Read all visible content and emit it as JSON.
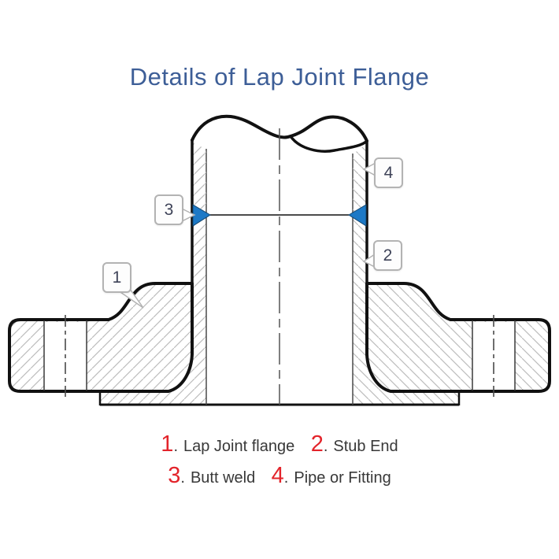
{
  "title": "Details of Lap Joint Flange",
  "drawing": {
    "callouts": [
      {
        "label": "1"
      },
      {
        "label": "2"
      },
      {
        "label": "3"
      },
      {
        "label": "4"
      }
    ]
  },
  "legend": {
    "dot": ".",
    "items": [
      {
        "num": "1",
        "label": "Lap Joint flange"
      },
      {
        "num": "2",
        "label": "Stub End"
      },
      {
        "num": "3",
        "label": "Butt weld"
      },
      {
        "num": "4",
        "label": "Pipe or Fitting"
      }
    ]
  },
  "colors": {
    "title": "#3d5e97",
    "legend_number": "#e3242b",
    "legend_text": "#383838",
    "weld_symbol": "#1d79c6",
    "callout_border": "#b3b3b3",
    "callout_text": "#3e4358"
  }
}
